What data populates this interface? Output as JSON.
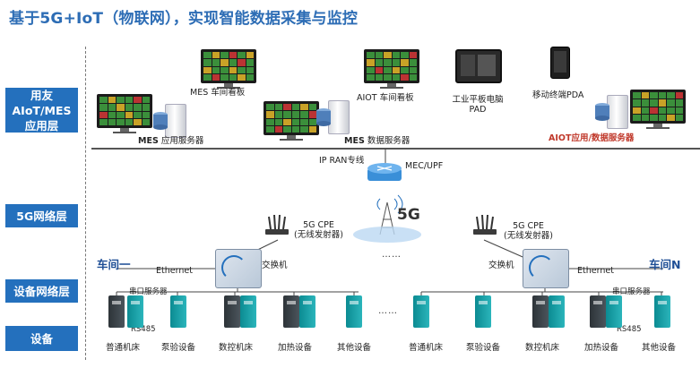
{
  "title": "基于5G+IoT（物联网），实现智能数据采集与监控",
  "layers": {
    "app": "用友AIoT/MES应用层",
    "net5g": "5G网络层",
    "devnet": "设备网络层",
    "device": "设备"
  },
  "app_layer": {
    "mes_board": "MES 车间看板",
    "aiot_board": "AIOT 车间看板",
    "pad": "工业平板电脑 PAD",
    "pda": "移动终端PDA",
    "mes_app_server_b": "MES",
    "mes_app_server_rest": " 应用服务器",
    "mes_data_server_b": "MES",
    "mes_data_server_rest": " 数据服务器",
    "aiot_server": "AIOT应用/数据服务器"
  },
  "network": {
    "ip_ran": "IP RAN专线",
    "mec": "MEC/UPF",
    "fiveg": "5G",
    "cpe_left": "5G CPE\n(无线发射器)",
    "cpe_right": "5G CPE\n(无线发射器)",
    "dots_mid": "……"
  },
  "workshop": {
    "left_name": "车间一",
    "right_name": "车间N",
    "ethernet": "Ethernet",
    "switch": "交换机",
    "serial_server": "串口服务器",
    "rs485": "RS485",
    "dots": "……"
  },
  "devices_left": [
    "普通机床",
    "泵验设备",
    "数控机床",
    "加热设备",
    "其他设备"
  ],
  "devices_right": [
    "普通机床",
    "泵验设备",
    "数控机床",
    "加热设备",
    "其他设备"
  ],
  "colors": {
    "layer_bg": "#2470bd",
    "title": "#2d6db5",
    "accent_red": "#c0392b"
  }
}
